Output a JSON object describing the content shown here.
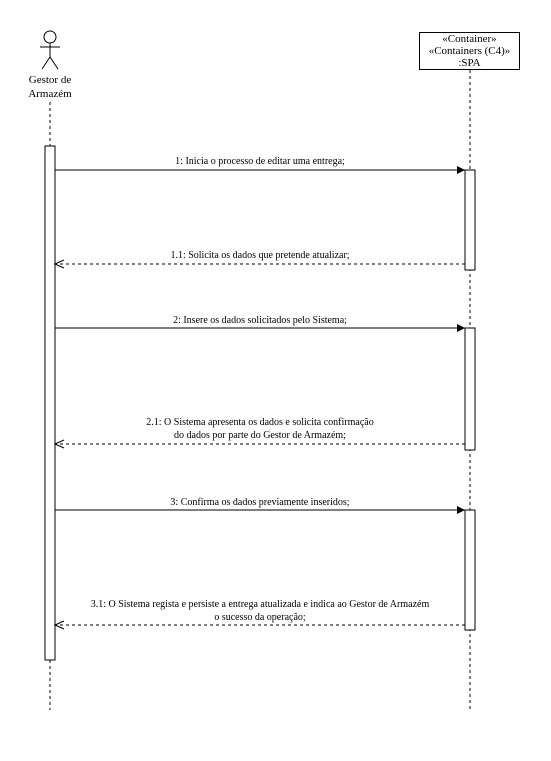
{
  "actor": {
    "name_line1": "Gestor de",
    "name_line2": "Armazém"
  },
  "container": {
    "stereotype1": "«Container»",
    "stereotype2": "«Containers (C4)»",
    "name": ":SPA"
  },
  "messages": [
    {
      "number": "1",
      "text": "1: Inicia o processo de editar uma entrega;",
      "type": "sync"
    },
    {
      "number": "1.1",
      "text": "1.1: Solicita os dados que pretende atualizar;",
      "type": "return"
    },
    {
      "number": "2",
      "text": "2: Insere os dados solicitados pelo Sistema;",
      "type": "sync"
    },
    {
      "number": "2.1",
      "text_line1": "2.1: O Sistema apresenta os dados e solicita confirmação",
      "text_line2": "do dados por parte do Gestor de Armazém;",
      "type": "return"
    },
    {
      "number": "3",
      "text": "3: Confirma os dados previamente inseridos;",
      "type": "sync"
    },
    {
      "number": "3.1",
      "text_line1": "3.1: O Sistema regista e persiste a entrega atualizada e indica ao Gestor de Armazém",
      "text_line2": "o sucesso da operação;",
      "type": "return"
    }
  ]
}
